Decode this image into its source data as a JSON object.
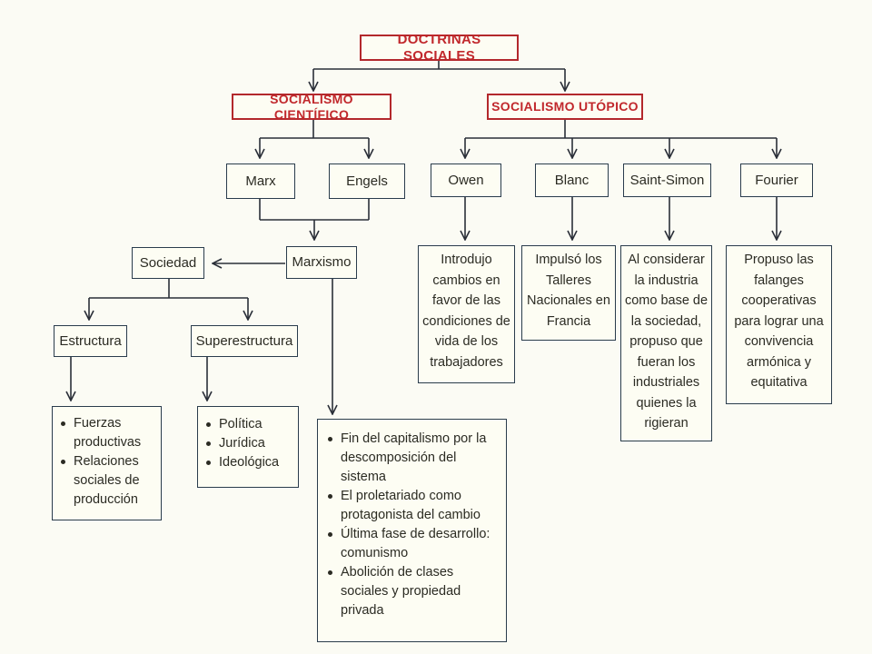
{
  "root": "DOCTRINAS SOCIALES",
  "branches": {
    "cientifico": "SOCIALISMO CIENTÍFICO",
    "utopico": "SOCIALISMO UTÓPICO"
  },
  "cientifico": {
    "marx": "Marx",
    "engels": "Engels",
    "marxismo": "Marxismo",
    "sociedad": "Sociedad",
    "estructura": "Estructura",
    "superestructura": "Superestructura",
    "estructura_items": [
      "Fuerzas productivas",
      "Relaciones sociales de producción"
    ],
    "superestructura_items": [
      "Política",
      "Jurídica",
      "Ideológica"
    ],
    "marxismo_items": [
      "Fin del capitalismo por la descomposición del sistema",
      "El proletariado como protagonista del cambio",
      "Última fase de desarrollo: comunismo",
      "Abolición de clases sociales y propiedad privada"
    ]
  },
  "utopico": {
    "thinkers": [
      "Owen",
      "Blanc",
      "Saint-Simon",
      "Fourier"
    ],
    "descriptions": [
      "Introdujo cambios en favor de las condiciones de vida de los trabajadores",
      "Impulsó los Talleres Nacionales en Francia",
      "Al considerar la industria como base de la sociedad, propuso que fueran los industriales quienes la rigieran",
      "Propuso las falanges cooperativas para lograr una convivencia armónica y equitativa"
    ]
  },
  "colors": {
    "heading_border": "#b3282c",
    "heading_text": "#c1282c",
    "box_border": "#2a3c4c",
    "connector": "#2a2f38"
  }
}
